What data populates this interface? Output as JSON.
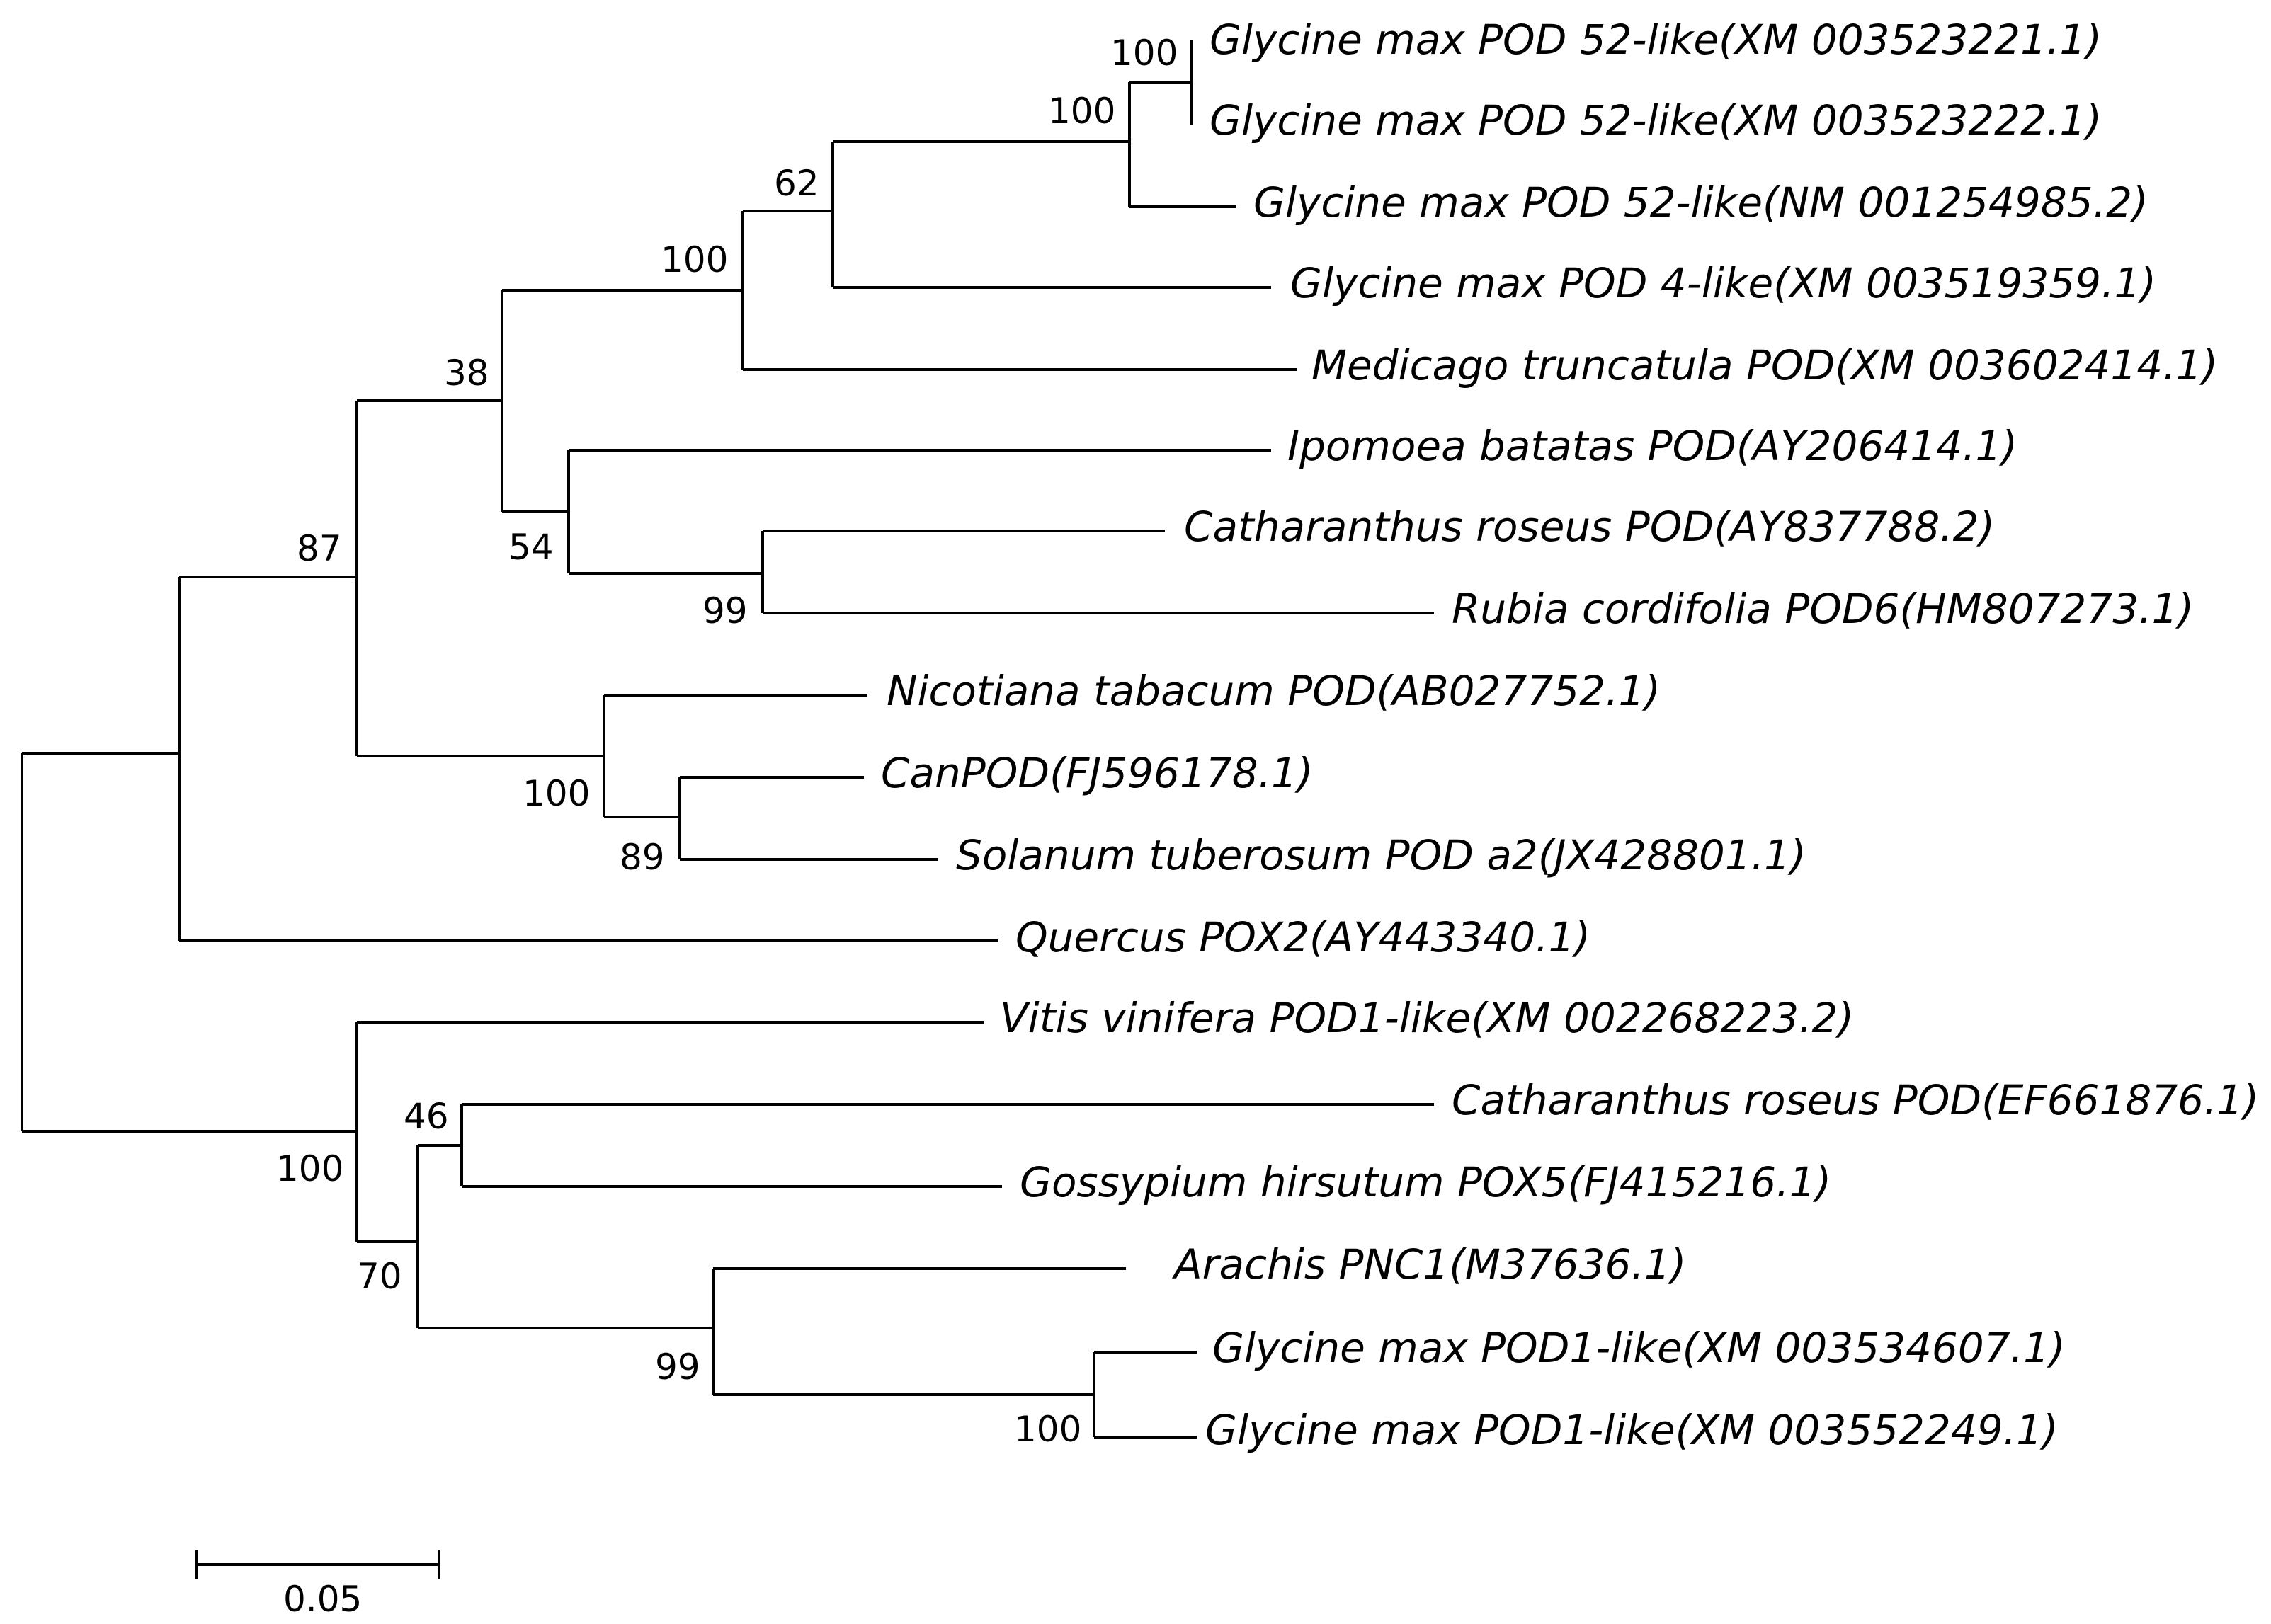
{
  "tree": {
    "leaves": [
      "Glycine max POD 52-like(XM 003523221.1)",
      "Glycine max POD 52-like(XM 003523222.1)",
      "Glycine max POD 52-like(NM 001254985.2)",
      "Glycine max POD 4-like(XM 003519359.1)",
      "Medicago truncatula POD(XM 003602414.1)",
      "Ipomoea batatas POD(AY206414.1)",
      "Catharanthus roseus POD(AY837788.2)",
      "Rubia cordifolia POD6(HM807273.1)",
      "Nicotiana tabacum POD(AB027752.1)",
      "CanPOD(FJ596178.1)",
      "Solanum tuberosum POD a2(JX428801.1)",
      "Quercus POX2(AY443340.1)",
      "Vitis vinifera POD1-like(XM 002268223.2)",
      "Catharanthus roseus POD(EF661876.1)",
      "Gossypium hirsutum POX5(FJ415216.1)",
      "Arachis PNC1(M37636.1)",
      "Glycine max POD1-like(XM 003534607.1)",
      "Glycine max POD1-like(XM 003552249.1)"
    ],
    "support_values": [
      "100",
      "100",
      "62",
      "100",
      "38",
      "54",
      "99",
      "87",
      "100",
      "89",
      "100",
      "46",
      "70",
      "99",
      "100"
    ]
  },
  "scale_bar": {
    "label": "0.05"
  }
}
